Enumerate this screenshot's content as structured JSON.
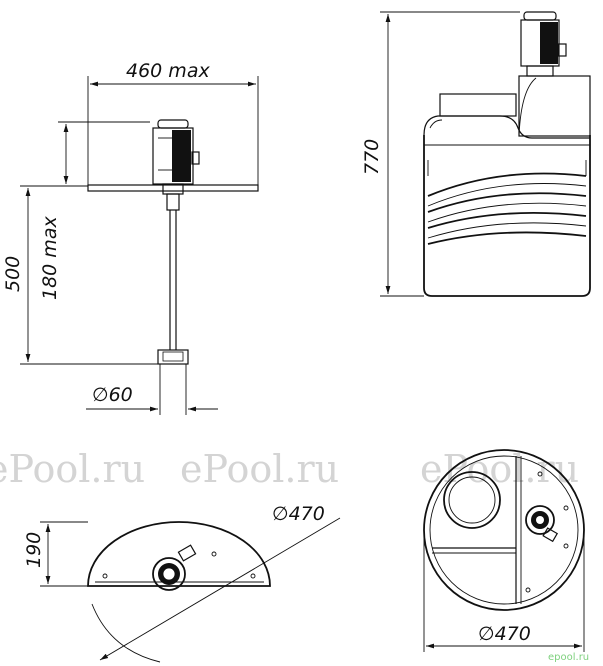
{
  "dimensions": {
    "width_max": "460 max",
    "height_total": "500",
    "height_adj": "180 max",
    "shaft_diameter": "60",
    "tank_height": "770",
    "cover_height": "190",
    "cover_diameter": "470",
    "tank_diameter": "470",
    "diameter_symbol": "∅"
  },
  "watermarks": {
    "left": "ePool.ru",
    "middle": "ePool.ru",
    "right": "ePool.ru",
    "logo": "epool.ru"
  },
  "colors": {
    "line": "#111111",
    "watermark": "#d4d4d4",
    "logo": "#7fd17f"
  }
}
